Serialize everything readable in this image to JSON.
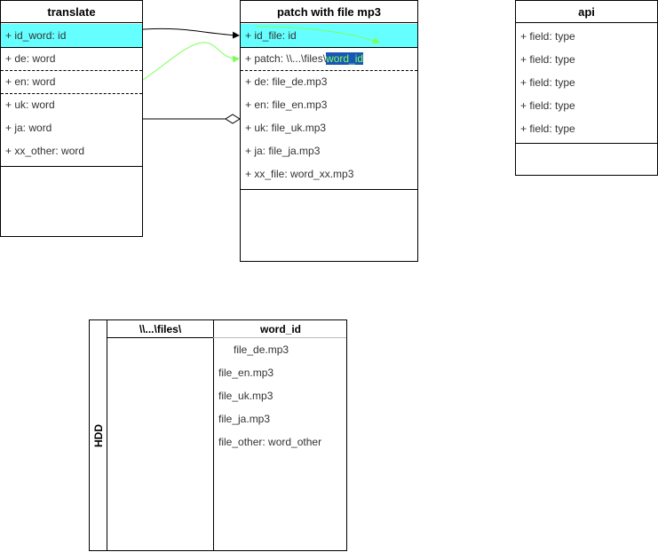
{
  "tables": {
    "translate": {
      "title": "translate",
      "fields": [
        "+ id_word: id",
        "+ de: word",
        "+ en: word",
        "+ uk: word",
        "+ ja: word",
        "+ xx_other: word"
      ]
    },
    "patch": {
      "title": "patch with file mp3",
      "fields": [
        "+ id_file: id",
        "+ patch: \\\\...\\files\\",
        "+ de: file_de.mp3",
        "+ en: file_en.mp3",
        "+ uk: file_uk.mp3",
        "+ ja: file_ja.mp3",
        "+ xx_file: word_xx.mp3"
      ],
      "patch_selected": "word_id"
    },
    "api": {
      "title": "api",
      "fields": [
        "+ field: type",
        "+ field: type",
        "+ field: type",
        "+ field: type",
        "+ field: type"
      ]
    }
  },
  "hdd": {
    "label": "HDD",
    "col1_header": "\\\\...\\files\\",
    "col2_header": "word_id",
    "files": [
      "file_de.mp3",
      "file_en.mp3",
      "file_uk.mp3",
      "file_ja.mp3",
      "file_other: word_other"
    ]
  },
  "colors": {
    "highlight": "#66ffff",
    "green_arrow": "#7dff5a",
    "selection_bg": "#1a57b5"
  }
}
